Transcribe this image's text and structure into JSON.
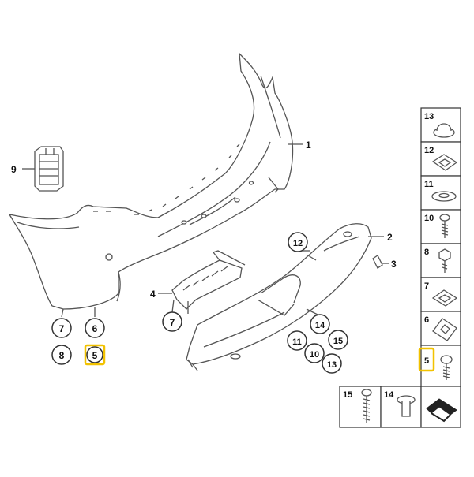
{
  "diagram": {
    "colors": {
      "line": "#555555",
      "part_fill": "#ffffff",
      "highlight": "#f2c200",
      "text": "#111111"
    },
    "main_labels": {
      "bumper": "1",
      "diffuser": "2",
      "plug": "3",
      "bracket": "4",
      "connector": "9"
    },
    "callouts": {
      "left_a": "7",
      "left_b": "6",
      "left_c": "8",
      "left_d": "5",
      "bracket_ref": "7",
      "diffuser_top": "12",
      "diffuser_a": "14",
      "diffuser_b": "11",
      "diffuser_c": "15",
      "diffuser_d": "10",
      "diffuser_e": "13"
    },
    "side_panel": [
      {
        "num": "13",
        "icon": "grommet-icon"
      },
      {
        "num": "12",
        "icon": "clip-nut-icon"
      },
      {
        "num": "11",
        "icon": "washer-icon"
      },
      {
        "num": "10",
        "icon": "screw-icon"
      },
      {
        "num": "8",
        "icon": "hex-nut-icon"
      },
      {
        "num": "7",
        "icon": "clip-nut-icon"
      },
      {
        "num": "6",
        "icon": "clip-icon"
      },
      {
        "num": "5",
        "icon": "screw-icon",
        "highlighted": true
      }
    ],
    "bottom_panel": [
      {
        "num": "15",
        "icon": "bolt-icon"
      },
      {
        "num": "14",
        "icon": "rivet-icon"
      },
      {
        "num": "",
        "icon": "shim-icon"
      }
    ]
  }
}
